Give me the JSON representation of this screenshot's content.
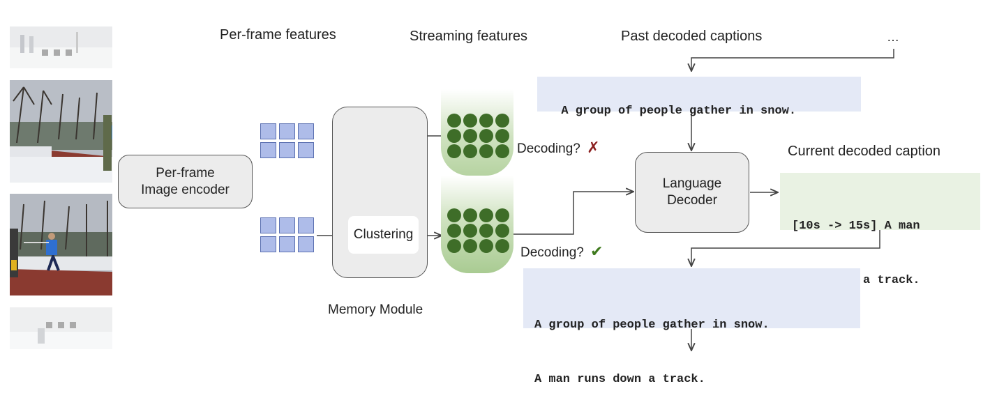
{
  "headers": {
    "per_frame_features": "Per-frame features",
    "streaming_features": "Streaming features",
    "past_decoded_captions": "Past decoded captions",
    "ellipsis": "…",
    "current_decoded_caption": "Current decoded caption"
  },
  "encoder": {
    "line1": "Per-frame",
    "line2": "Image encoder"
  },
  "memory": {
    "clustering": "Clustering",
    "label": "Memory Module"
  },
  "decoder": {
    "line1": "Language",
    "line2": "Decoder"
  },
  "decoding": {
    "first": {
      "text": "Decoding?",
      "mark": "✗",
      "mark_color": "#8b2020"
    },
    "second": {
      "text": "Decoding?",
      "mark": "✔",
      "mark_color": "#3f7a1e"
    }
  },
  "captions": {
    "past": "A group of people gather in snow.",
    "current_line1": "[10s -> 15s] A man",
    "current_line2": "runs down a track.",
    "updated_line1": "A group of people gather in snow.",
    "updated_line2": "A man runs down a track."
  },
  "colors": {
    "feature_square": "#aebce9",
    "cluster_circle": "#3e6d28",
    "past_caption_bg": "#e4e9f6",
    "current_caption_bg": "#e9f2e3",
    "box_fill": "#ececec"
  }
}
